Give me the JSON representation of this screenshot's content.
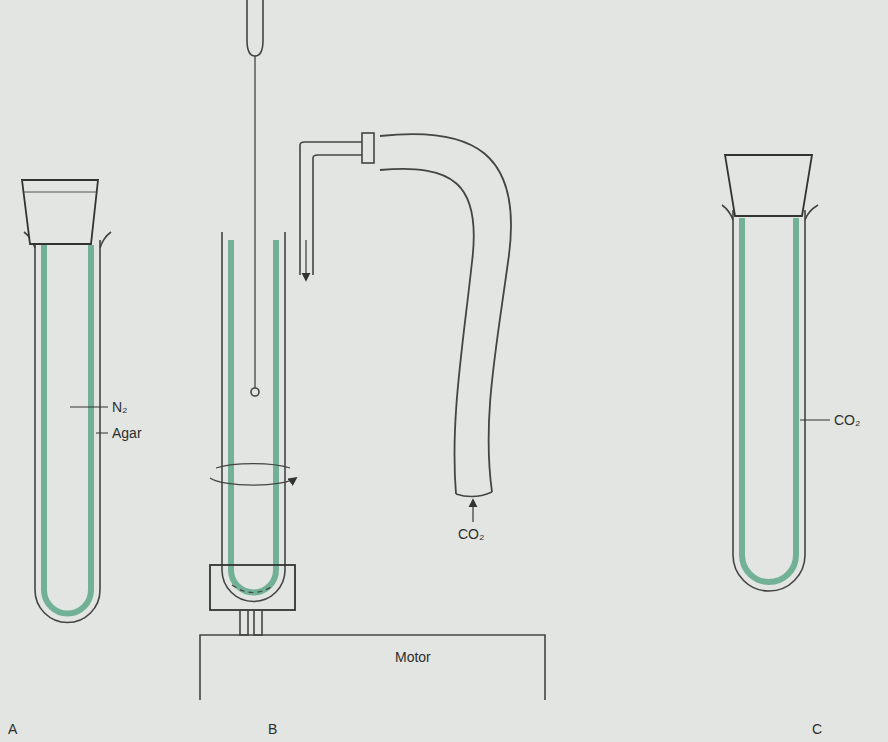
{
  "diagram": {
    "labels": [
      "N₂",
      "Agar",
      "A",
      "CO₂",
      "Motor",
      "B",
      "CO₂",
      "C"
    ]
  }
}
